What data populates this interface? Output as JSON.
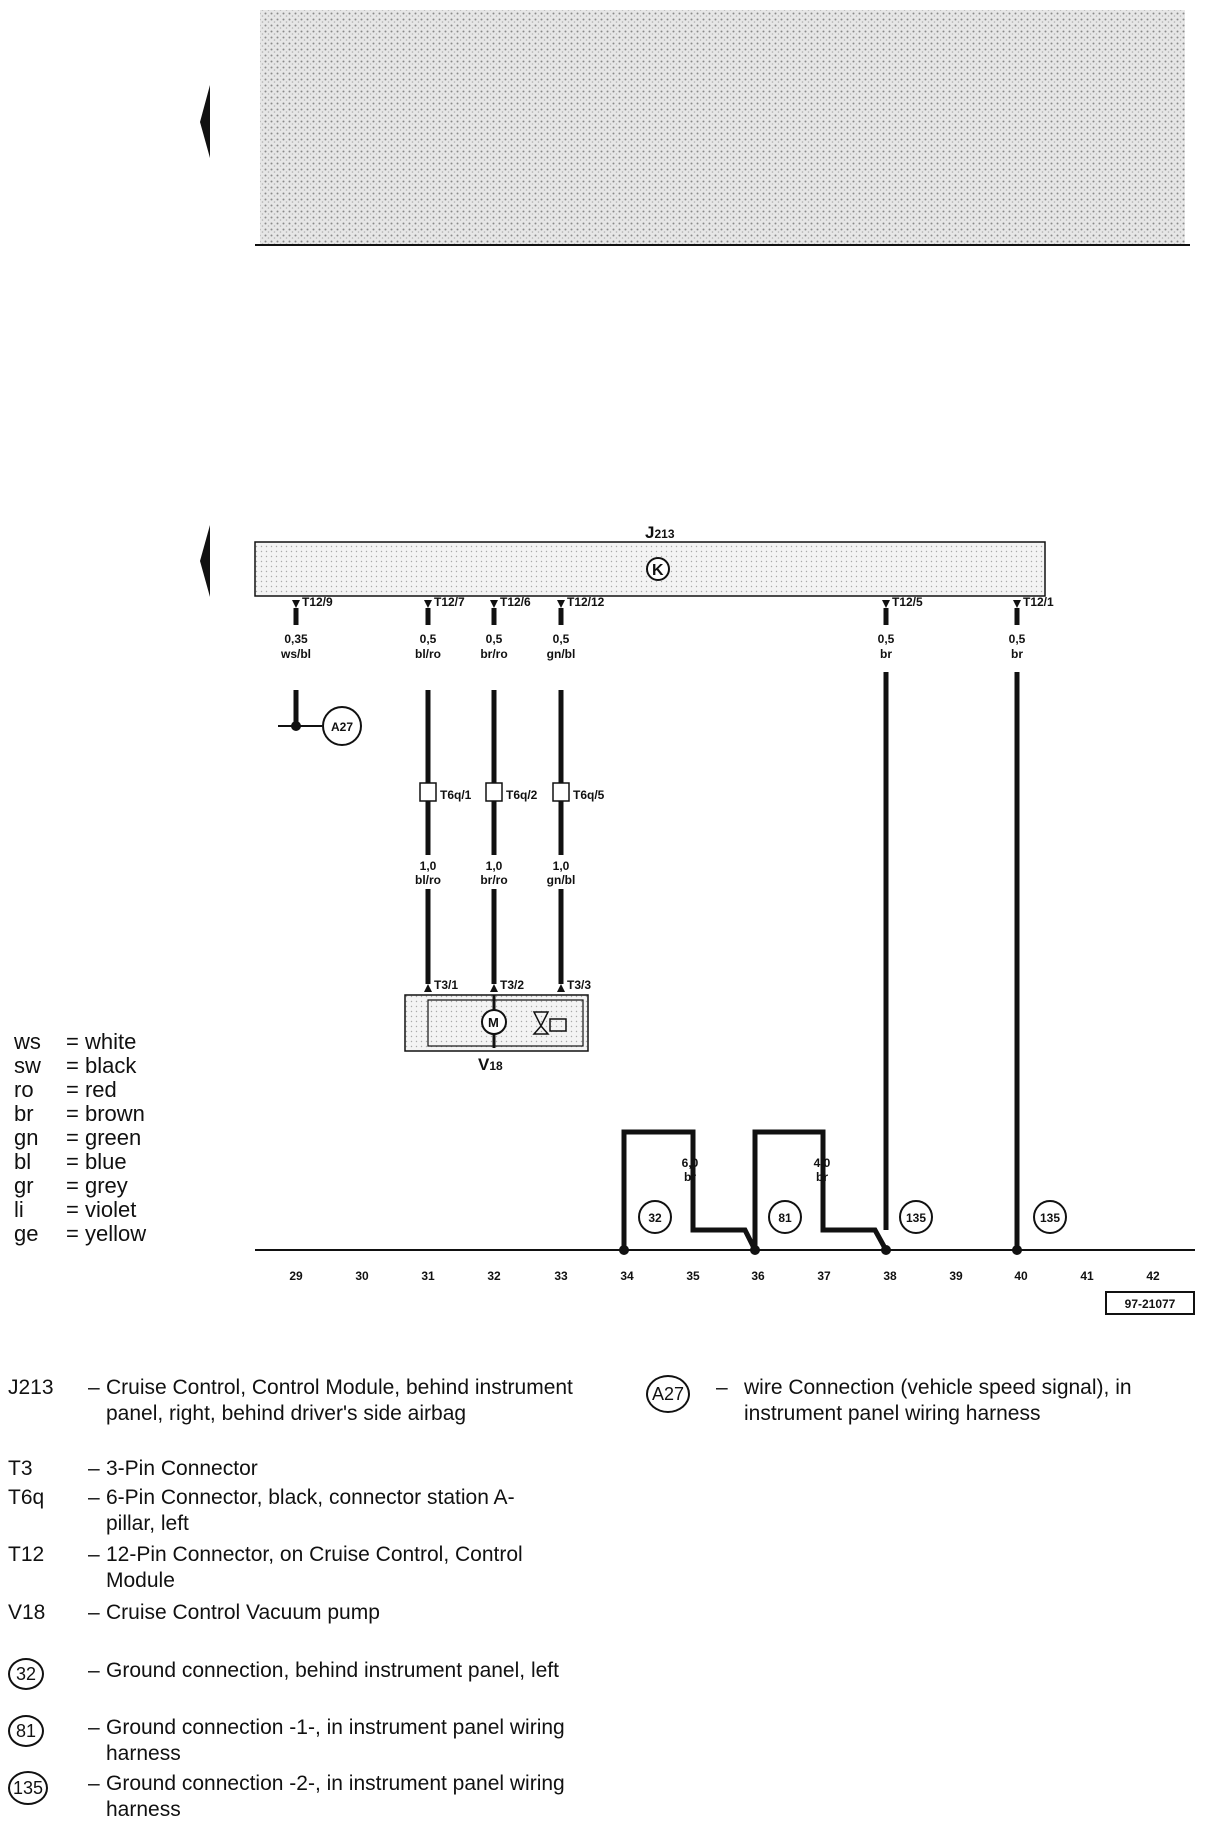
{
  "header_section": {
    "shaded_block": "decorative"
  },
  "component_J213": {
    "label": "J",
    "subscript": "213",
    "symbol": "K"
  },
  "pins": [
    {
      "id": "T12/9"
    },
    {
      "id": "T12/7"
    },
    {
      "id": "T12/6"
    },
    {
      "id": "T12/12"
    },
    {
      "id": "T12/5"
    },
    {
      "id": "T12/1"
    }
  ],
  "wires_upper": [
    {
      "size": "0,35",
      "color": "ws/bl"
    },
    {
      "size": "0,5",
      "color": "bl/ro"
    },
    {
      "size": "0,5",
      "color": "br/ro"
    },
    {
      "size": "0,5",
      "color": "gn/bl"
    },
    {
      "size": "0,5",
      "color": "br"
    },
    {
      "size": "0,5",
      "color": "br"
    }
  ],
  "connector_T6q": [
    "T6q/1",
    "T6q/2",
    "T6q/5"
  ],
  "wires_lower": [
    {
      "size": "1,0",
      "color": "bl/ro"
    },
    {
      "size": "1,0",
      "color": "br/ro"
    },
    {
      "size": "1,0",
      "color": "gn/bl"
    }
  ],
  "connector_T3": [
    "T3/1",
    "T3/2",
    "T3/3"
  ],
  "component_V18": {
    "label": "V",
    "subscript": "18",
    "motor": "M"
  },
  "junction_A27": "A27",
  "ground_wires": [
    {
      "size": "6,0",
      "color": "br"
    },
    {
      "size": "4,0",
      "color": "br"
    }
  ],
  "ground_points": [
    "32",
    "81",
    "135",
    "135"
  ],
  "track_numbers": [
    "29",
    "30",
    "31",
    "32",
    "33",
    "34",
    "35",
    "36",
    "37",
    "38",
    "39",
    "40",
    "41",
    "42"
  ],
  "figure_id": "97-21077",
  "color_codes": [
    {
      "abbr": "ws",
      "eq": "=",
      "name": "white"
    },
    {
      "abbr": "sw",
      "eq": "=",
      "name": "black"
    },
    {
      "abbr": "ro",
      "eq": "=",
      "name": "red"
    },
    {
      "abbr": "br",
      "eq": "=",
      "name": "brown"
    },
    {
      "abbr": "gn",
      "eq": "=",
      "name": "green"
    },
    {
      "abbr": "bl",
      "eq": "=",
      "name": "blue"
    },
    {
      "abbr": "gr",
      "eq": "=",
      "name": "grey"
    },
    {
      "abbr": "li",
      "eq": "=",
      "name": "violet"
    },
    {
      "abbr": "ge",
      "eq": "=",
      "name": "yellow"
    }
  ],
  "legend": [
    {
      "code": "J213",
      "desc": "Cruise Control, Control Module, behind instrument panel, right, behind driver's side airbag"
    },
    {
      "code": "T3",
      "desc": "3-Pin Connector"
    },
    {
      "code": "T6q",
      "desc": "6-Pin Connector, black, connector station A-pillar, left"
    },
    {
      "code": "T12",
      "desc": "12-Pin Connector, on Cruise Control, Control Module"
    },
    {
      "code": "V18",
      "desc": "Cruise Control Vacuum pump"
    },
    {
      "code": "32",
      "circled": true,
      "desc": "Ground connection, behind instrument panel, left"
    },
    {
      "code": "81",
      "circled": true,
      "desc": "Ground connection -1-, in instrument panel wiring harness"
    },
    {
      "code": "135",
      "circled": true,
      "desc": "Ground connection -2-, in instrument panel wiring harness"
    },
    {
      "code": "A27",
      "circled": true,
      "desc": "wire Connection (vehicle speed signal), in instrument panel wiring harness"
    }
  ],
  "dash": "–"
}
